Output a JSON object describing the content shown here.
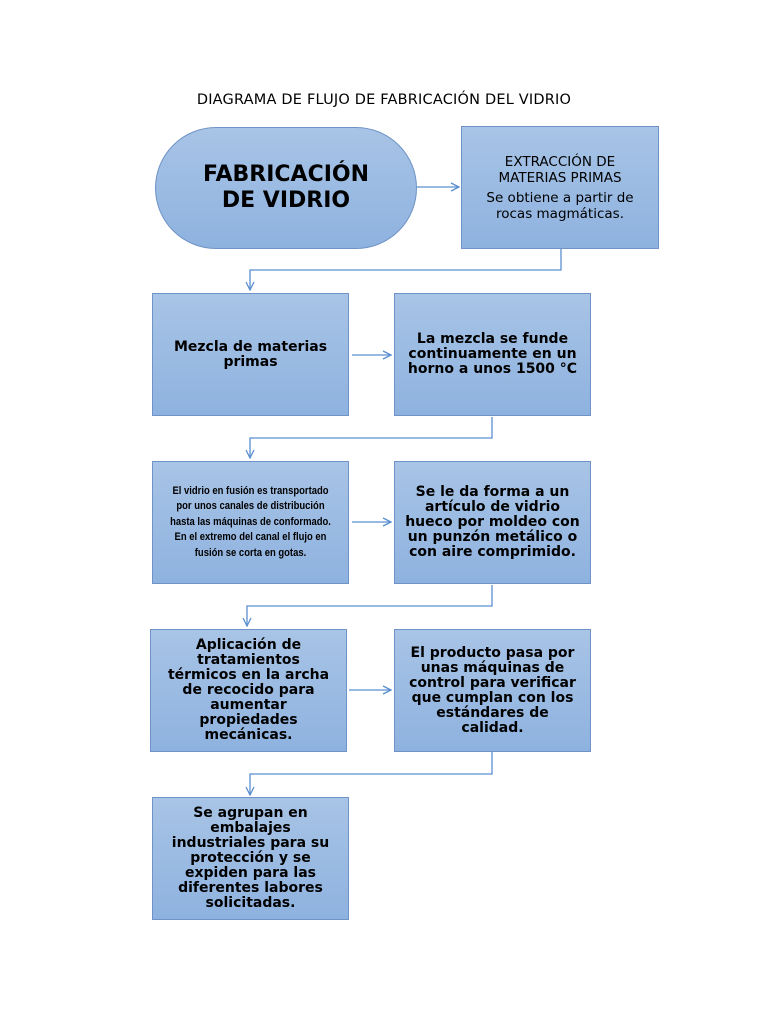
{
  "title": "DIAGRAMA DE FLUJO DE  FABRICACIÓN DEL VIDRIO",
  "nodes": {
    "start": "FABRICACIÓN DE VIDRIO",
    "extraccion_title": "EXTRACCIÓN DE MATERIAS PRIMAS",
    "extraccion_text": "Se obtiene a partir de rocas magmáticas.",
    "mezcla": "Mezcla  de materias primas",
    "funde": "La mezcla se funde continuamente en un horno a unos 1500 °C",
    "transporte": "El vidrio en fusión es transportado por unos canales de distribución hasta las máquinas de conformado. En el extremo del canal el flujo en fusión se corta en gotas.",
    "forma": "Se le da forma a un artículo de vidrio hueco por moldeo con un punzón metálico o con aire comprimido.",
    "recocido": "Aplicación de tratamientos térmicos en la archa de recocido para aumentar propiedades mecánicas.",
    "control": "El producto pasa por unas máquinas de control para verificar que cumplan con los estándares de calidad.",
    "embalaje": "Se agrupan en embalajes industriales para su protección y se expiden para las diferentes labores solicitadas."
  }
}
